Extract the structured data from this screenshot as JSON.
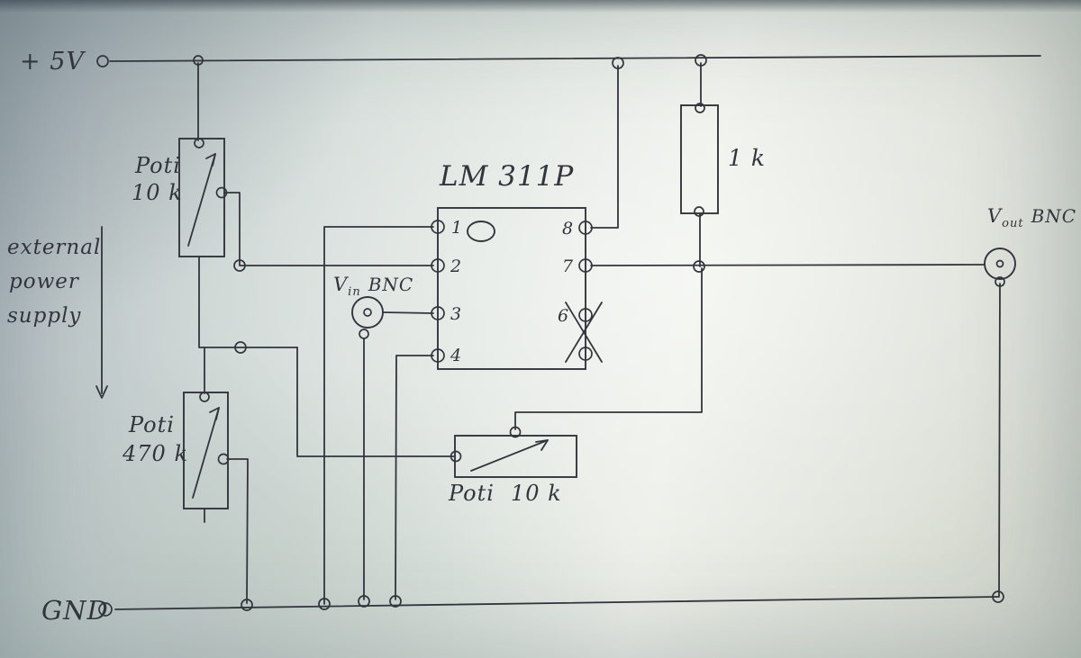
{
  "labels": {
    "vcc": "+ 5V",
    "gnd": "GND",
    "external_note": {
      "l1": "external",
      "l2": "power",
      "l3": "supply"
    }
  },
  "ic": {
    "title": "LM 311P",
    "pins_left": [
      "1",
      "2",
      "3",
      "4"
    ],
    "pins_right": [
      "8",
      "7",
      "6",
      ""
    ]
  },
  "components": {
    "pot_top": {
      "name": "Poti",
      "value": "10 k"
    },
    "pot_bottom": {
      "name": "Poti",
      "value": "470 k"
    },
    "pot_center": {
      "name": "Poti",
      "value": "10 k"
    },
    "resistor_1k": {
      "value": "1 k"
    },
    "vin": {
      "v": "V",
      "sub": "in",
      "type": "BNC"
    },
    "vout": {
      "v": "V",
      "sub": "out",
      "type": "BNC"
    }
  },
  "colors": {
    "ink": "#33353d",
    "paper": "#dfe5e0"
  }
}
